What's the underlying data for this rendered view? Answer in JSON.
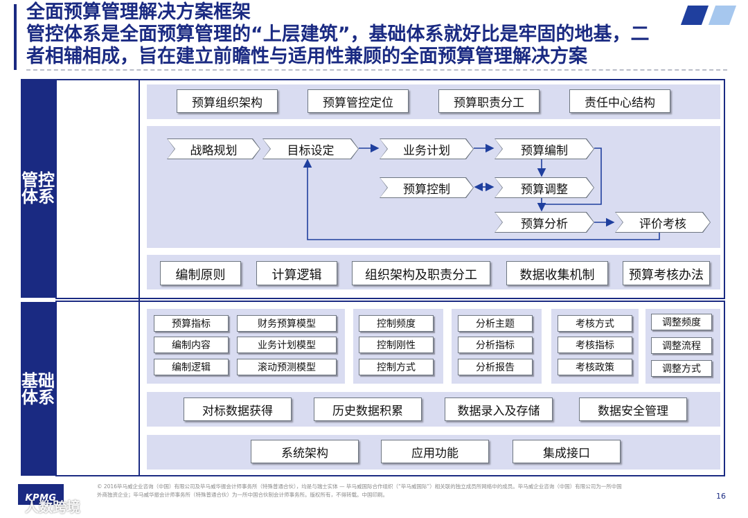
{
  "header": {
    "title_lines": [
      "全面预算管理解决方案框架",
      "管控体系是全面预算管理的“上层建筑”，基础体系就好比是牢固的地基，二",
      "者相辅相成，旨在建立前瞻性与适用性兼顾的全面预算管理解决方案"
    ]
  },
  "sections": {
    "control_label": "管控体系",
    "foundation_label": "基础体系"
  },
  "control": {
    "top_boxes": [
      "预算组织架构",
      "预算管控定位",
      "预算职责分工",
      "责任中心结构"
    ],
    "flow": {
      "strategy": "战略规划",
      "target": "目标设定",
      "business_plan": "业务计划",
      "budget_prep": "预算编制",
      "budget_control": "预算控制",
      "budget_adjust": "预算调整",
      "budget_analysis": "预算分析",
      "evaluation": "评价考核"
    },
    "bottom_boxes": [
      "编制原则",
      "计算逻辑",
      "组织架构及职责分工",
      "数据收集机制",
      "预算考核办法"
    ]
  },
  "foundation": {
    "groups": [
      {
        "cols": [
          [
            "预算指标",
            "编制内容",
            "编制逻辑"
          ],
          [
            "财务预算模型",
            "业务计划模型",
            "滚动预测模型"
          ]
        ]
      },
      {
        "cols": [
          [
            "控制频度",
            "控制刚性",
            "控制方式"
          ]
        ]
      },
      {
        "cols": [
          [
            "分析主题",
            "分析指标",
            "分析报告"
          ]
        ]
      },
      {
        "cols": [
          [
            "考核方式",
            "考核指标",
            "考核政策"
          ]
        ]
      },
      {
        "cols": [
          [
            "调整频度",
            "调整流程",
            "调整方式"
          ]
        ]
      }
    ],
    "data_boxes": [
      "对标数据获得",
      "历史数据积累",
      "数据录入及存储",
      "数据安全管理"
    ],
    "system_boxes": [
      "系统架构",
      "应用功能",
      "集成接口"
    ]
  },
  "footer": {
    "copyright": "© 2016毕马威企业咨询（中国）有限公司及毕马威华振会计师事务所（特殊普通合伙），均是与瑞士实体 — 毕马威国际合作组织（“毕马威国际”）相关联的独立成员所网络中的成员。毕马威企业咨询（中国）有限公司为一所中国外商独资企业；毕马威华振会计师事务所（特殊普通合伙）为一所中国合伙制会计师事务所。版权所有，不得转载。中国印刷。",
    "page_number": "16",
    "logo": "KPMG",
    "watermark": "人数跨境"
  },
  "colors": {
    "primary": "#1a2a82",
    "panel": "#d9dcf1",
    "accent_light": "#a6c7ee"
  }
}
